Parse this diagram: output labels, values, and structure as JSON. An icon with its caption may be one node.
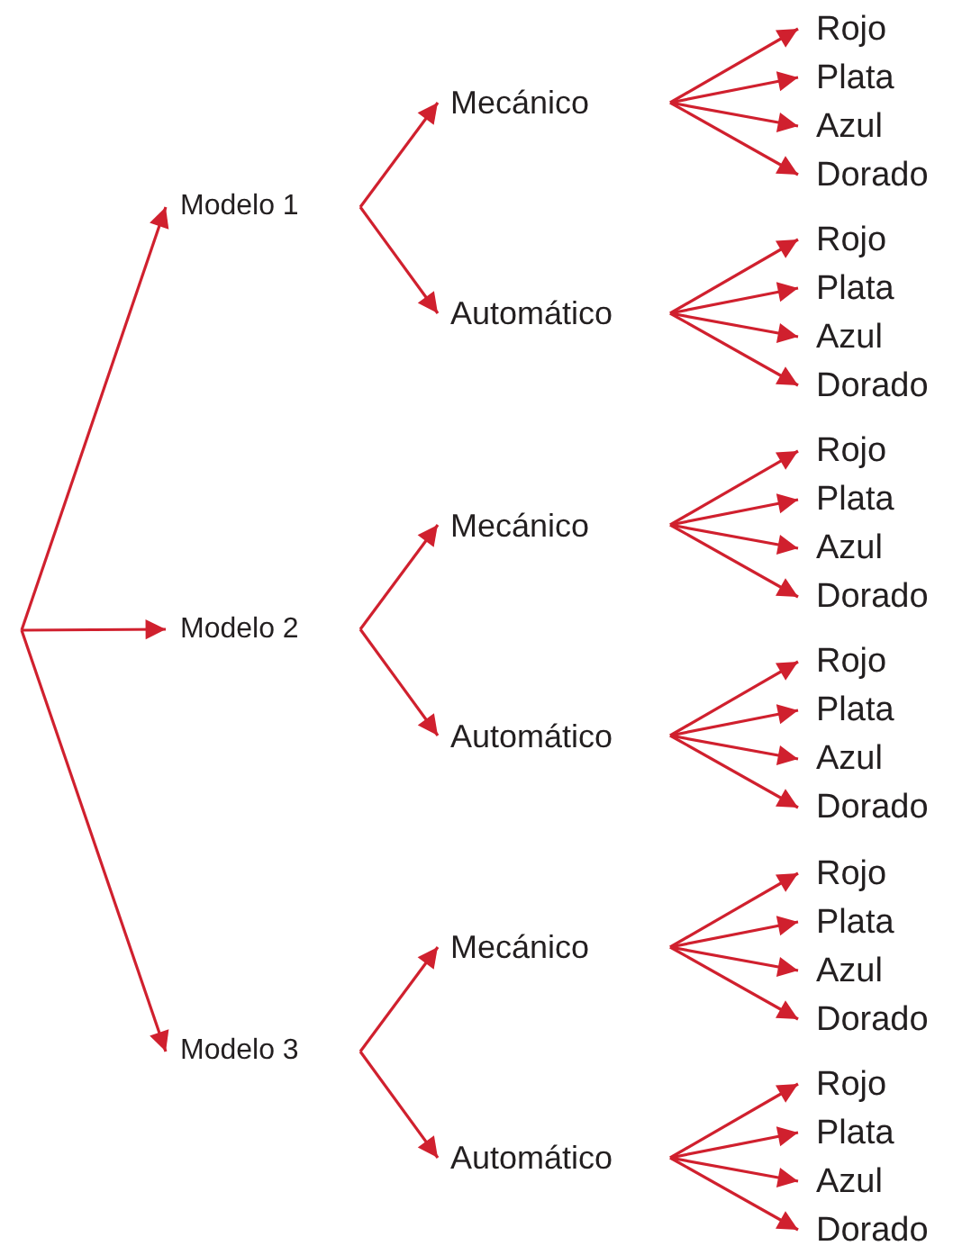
{
  "diagram": {
    "nodes": [
      {
        "text": [
          "Modelo 1"
        ]
      },
      {
        "text": [
          "Mecánico"
        ]
      },
      {
        "text": [
          "Rojo"
        ]
      },
      {
        "text": [
          "Plata"
        ]
      },
      {
        "text": [
          "Azul"
        ]
      },
      {
        "text": [
          "Dorado"
        ]
      },
      {
        "text": [
          "Automático"
        ]
      },
      {
        "text": [
          "Rojo"
        ]
      },
      {
        "text": [
          "Plata"
        ]
      },
      {
        "text": [
          "Azul"
        ]
      },
      {
        "text": [
          "Dorado"
        ]
      },
      {
        "text": [
          "Modelo 2"
        ]
      },
      {
        "text": [
          "Mecánico"
        ]
      },
      {
        "text": [
          "Rojo"
        ]
      },
      {
        "text": [
          "Plata"
        ]
      },
      {
        "text": [
          "Azul"
        ]
      },
      {
        "text": [
          "Dorado"
        ]
      },
      {
        "text": [
          "Automático"
        ]
      },
      {
        "text": [
          "Rojo"
        ]
      },
      {
        "text": [
          "Plata"
        ]
      },
      {
        "text": [
          "Azul"
        ]
      },
      {
        "text": [
          "Dorado"
        ]
      },
      {
        "text": [
          "Modelo 3"
        ]
      },
      {
        "text": [
          "Mecánico"
        ]
      },
      {
        "text": [
          "Rojo"
        ]
      },
      {
        "text": [
          "Plata"
        ]
      },
      {
        "text": [
          "Azul"
        ]
      },
      {
        "text": [
          "Dorado"
        ]
      },
      {
        "text": [
          "Automático"
        ]
      },
      {
        "text": [
          "Rojo"
        ]
      },
      {
        "text": [
          "Plata"
        ]
      },
      {
        "text": [
          "Azul"
        ]
      },
      {
        "text": [
          "Dorado"
        ]
      }
    ],
    "edges": [
      {
        "from": null,
        "to": 0,
        "arrow": "to"
      },
      {
        "from": null,
        "to": 11,
        "arrow": "to"
      },
      {
        "from": null,
        "to": 22,
        "arrow": "to"
      },
      {
        "from": 0,
        "to": 1,
        "arrow": "to"
      },
      {
        "from": 0,
        "to": 6,
        "arrow": "to"
      },
      {
        "from": 1,
        "to": 2,
        "arrow": "to"
      },
      {
        "from": 1,
        "to": 3,
        "arrow": "to"
      },
      {
        "from": 1,
        "to": 4,
        "arrow": "to"
      },
      {
        "from": 1,
        "to": 5,
        "arrow": "to"
      },
      {
        "from": 6,
        "to": 7,
        "arrow": "to"
      },
      {
        "from": 6,
        "to": 8,
        "arrow": "to"
      },
      {
        "from": 6,
        "to": 9,
        "arrow": "to"
      },
      {
        "from": 6,
        "to": 10,
        "arrow": "to"
      },
      {
        "from": 11,
        "to": 12,
        "arrow": "to"
      },
      {
        "from": 11,
        "to": 17,
        "arrow": "to"
      },
      {
        "from": 12,
        "to": 13,
        "arrow": "to"
      },
      {
        "from": 12,
        "to": 14,
        "arrow": "to"
      },
      {
        "from": 12,
        "to": 15,
        "arrow": "to"
      },
      {
        "from": 12,
        "to": 16,
        "arrow": "to"
      },
      {
        "from": 17,
        "to": 18,
        "arrow": "to"
      },
      {
        "from": 17,
        "to": 19,
        "arrow": "to"
      },
      {
        "from": 17,
        "to": 20,
        "arrow": "to"
      },
      {
        "from": 17,
        "to": 21,
        "arrow": "to"
      },
      {
        "from": 22,
        "to": 23,
        "arrow": "to"
      },
      {
        "from": 22,
        "to": 28,
        "arrow": "to"
      },
      {
        "from": 23,
        "to": 24,
        "arrow": "to"
      },
      {
        "from": 23,
        "to": 25,
        "arrow": "to"
      },
      {
        "from": 23,
        "to": 26,
        "arrow": "to"
      },
      {
        "from": 23,
        "to": 27,
        "arrow": "to"
      },
      {
        "from": 28,
        "to": 29,
        "arrow": "to"
      },
      {
        "from": 28,
        "to": 30,
        "arrow": "to"
      },
      {
        "from": 28,
        "to": 31,
        "arrow": "to"
      },
      {
        "from": 28,
        "to": 32,
        "arrow": "to"
      }
    ]
  }
}
